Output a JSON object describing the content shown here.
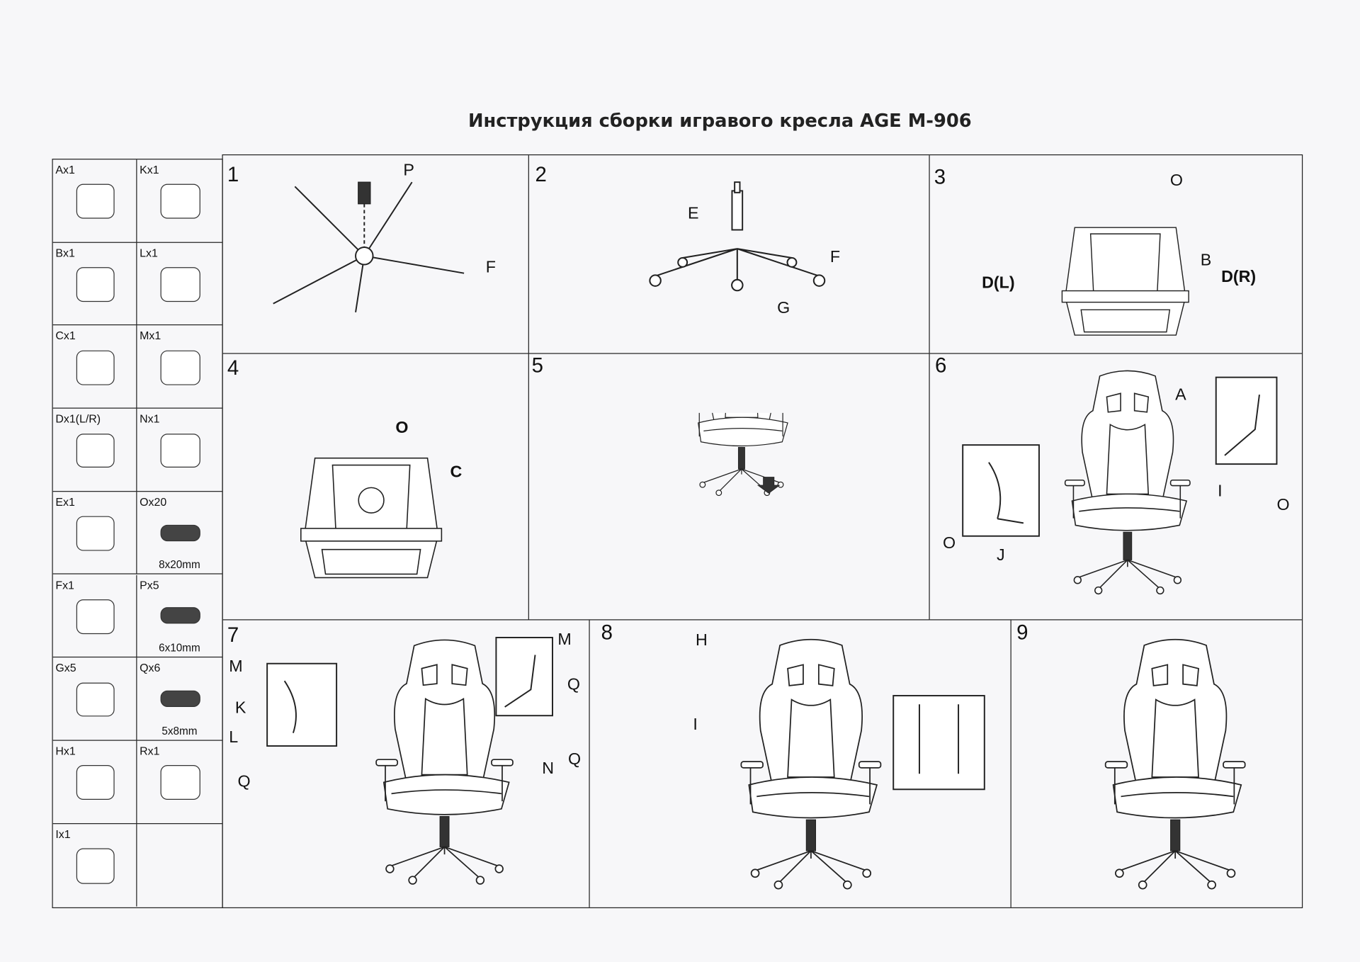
{
  "title": "Инструкция сборки игравого кресла AGE M-906",
  "parts": [
    {
      "label": "Ax1",
      "icon": "backrest-icon"
    },
    {
      "label": "Kx1",
      "icon": "clip-icon"
    },
    {
      "label": "Bx1",
      "icon": "seat-icon"
    },
    {
      "label": "Lx1",
      "icon": "knob-icon"
    },
    {
      "label": "Cx1",
      "icon": "mechanism-icon"
    },
    {
      "label": "Mx1",
      "icon": "clip-icon"
    },
    {
      "label": "Dx1(L/R)",
      "icon": "armrest-icon"
    },
    {
      "label": "Nx1",
      "icon": "cover-icon"
    },
    {
      "label": "Ex1",
      "icon": "gas-cylinder-icon"
    },
    {
      "label": "Ox20",
      "size": "8x20mm",
      "icon": "bolt-icon"
    },
    {
      "label": "Fx1",
      "icon": "base-icon"
    },
    {
      "label": "Px5",
      "size": "6x10mm",
      "icon": "bolt-icon"
    },
    {
      "label": "Gx5",
      "icon": "caster-icon"
    },
    {
      "label": "Qx6",
      "size": "5x8mm",
      "icon": "screw-icon"
    },
    {
      "label": "Hx1",
      "icon": "lumbar-pillow-icon"
    },
    {
      "label": "Rx1",
      "icon": "hex-key-icon"
    },
    {
      "label": "Ix1",
      "icon": "head-pillow-icon"
    },
    {
      "label": "",
      "icon": ""
    }
  ],
  "steps": {
    "s1": {
      "num": "1",
      "labels": [
        "P",
        "F"
      ]
    },
    "s2": {
      "num": "2",
      "labels": [
        "E",
        "F",
        "G"
      ]
    },
    "s3": {
      "num": "3",
      "labels": [
        "O",
        "B",
        "D(L)",
        "D(R)"
      ]
    },
    "s4": {
      "num": "4",
      "labels": [
        "O",
        "C"
      ]
    },
    "s5": {
      "num": "5"
    },
    "s6": {
      "num": "6",
      "labels": [
        "A",
        "I",
        "O",
        "O",
        "J"
      ]
    },
    "s7": {
      "num": "7",
      "labels": [
        "M",
        "K",
        "L",
        "Q",
        "M",
        "Q",
        "Q",
        "N"
      ]
    },
    "s8": {
      "num": "8",
      "labels": [
        "H",
        "I"
      ]
    },
    "s9": {
      "num": "9"
    }
  }
}
